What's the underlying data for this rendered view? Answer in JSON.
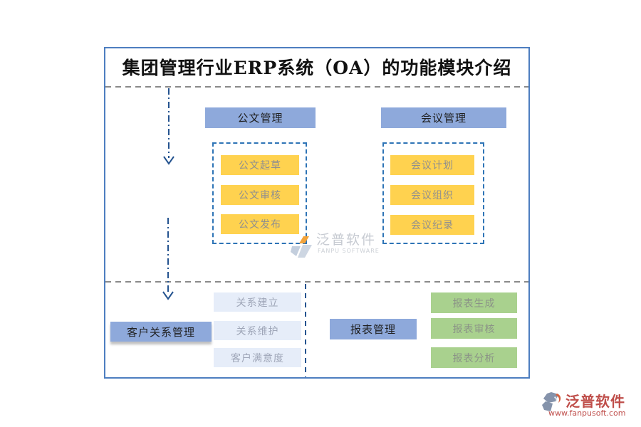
{
  "title": "集团管理行业ERP系统（OA）的功能模块介绍",
  "sections": {
    "document": {
      "header": "公文管理",
      "items": [
        "公文起草",
        "公文审核",
        "公文发布"
      ]
    },
    "meeting": {
      "header": "会议管理",
      "items": [
        "会议计划",
        "会议组织",
        "会议纪录"
      ]
    },
    "crm": {
      "header": "客户关系管理",
      "items": [
        "关系建立",
        "关系维护",
        "客户满意度"
      ]
    },
    "report": {
      "header": "报表管理",
      "items": [
        "报表生成",
        "报表审核",
        "报表分析"
      ]
    }
  },
  "watermark": {
    "name": "泛普软件",
    "subtitle": "FANPU SOFTWARE"
  },
  "footer": {
    "brand": "泛普软件",
    "url": "www.fanpusoft.com"
  },
  "colors": {
    "header_fill": "#8ea9db",
    "yellow_fill": "#ffd24f",
    "green_fill": "#a9d18e",
    "lightblue_fill": "#e6edf9",
    "dashed_border": "#2e74b6",
    "arrow": "#24538f",
    "frame_border": "#4d7ec0",
    "divider": "#8a8a8a",
    "logo_red": "#bf4e4a",
    "watermark_gray": "#c7cbd2",
    "watermark_orange": "#f2a33a"
  }
}
